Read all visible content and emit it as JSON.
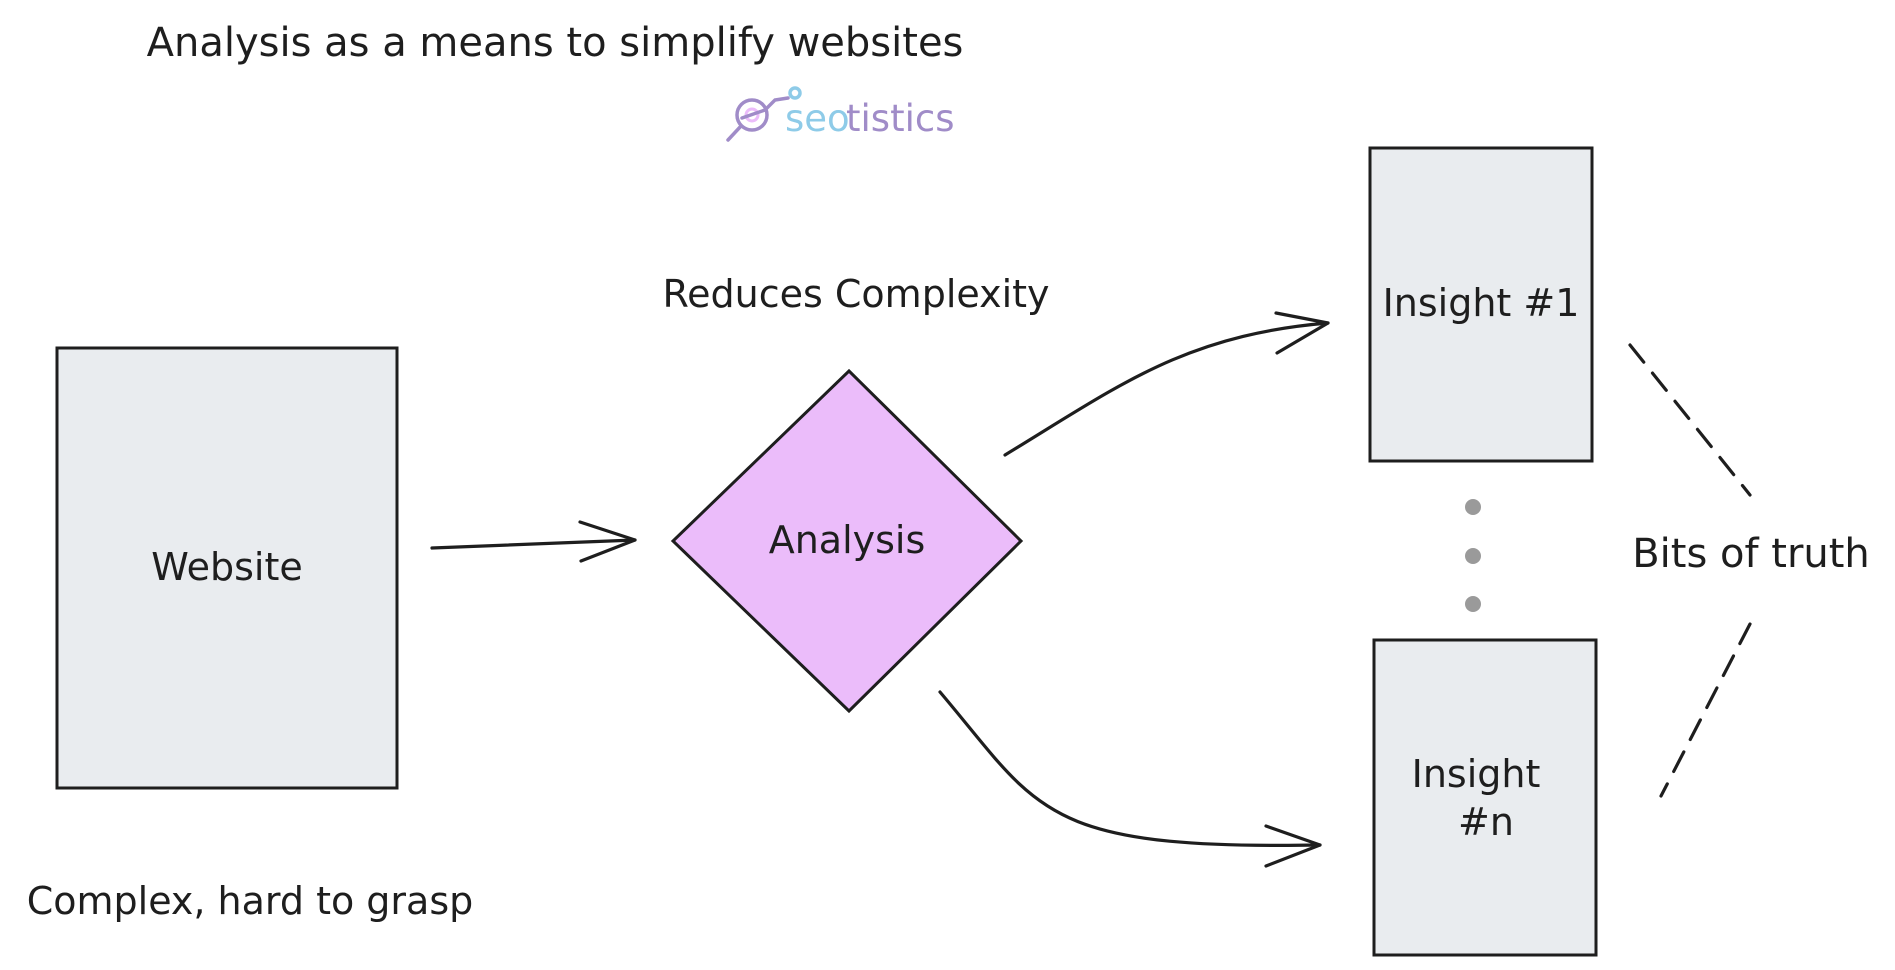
{
  "diagram": {
    "title": "Analysis as a means to simplify websites",
    "logo_text_part1": "seo",
    "logo_text_part2": "tistics",
    "reduces_label": "Reduces Complexity",
    "website_label": "Website",
    "analysis_label": "Analysis",
    "insight1_label": "Insight #1",
    "insightn_line1": "Insight",
    "insightn_line2": "#n",
    "bits_label": "Bits of truth",
    "complex_label": "Complex, hard to grasp"
  },
  "colors": {
    "box_fill": "#e9ecef",
    "diamond_fill": "#ebbcfa",
    "stroke": "#1e1e1e",
    "dots": "#9a9a9a",
    "logo_seo": "#8ecbe8",
    "logo_tistics": "#a08cc8",
    "logo_icon": "#a08cc8"
  },
  "icons": {
    "logo": "magnifier-trend-icon"
  }
}
